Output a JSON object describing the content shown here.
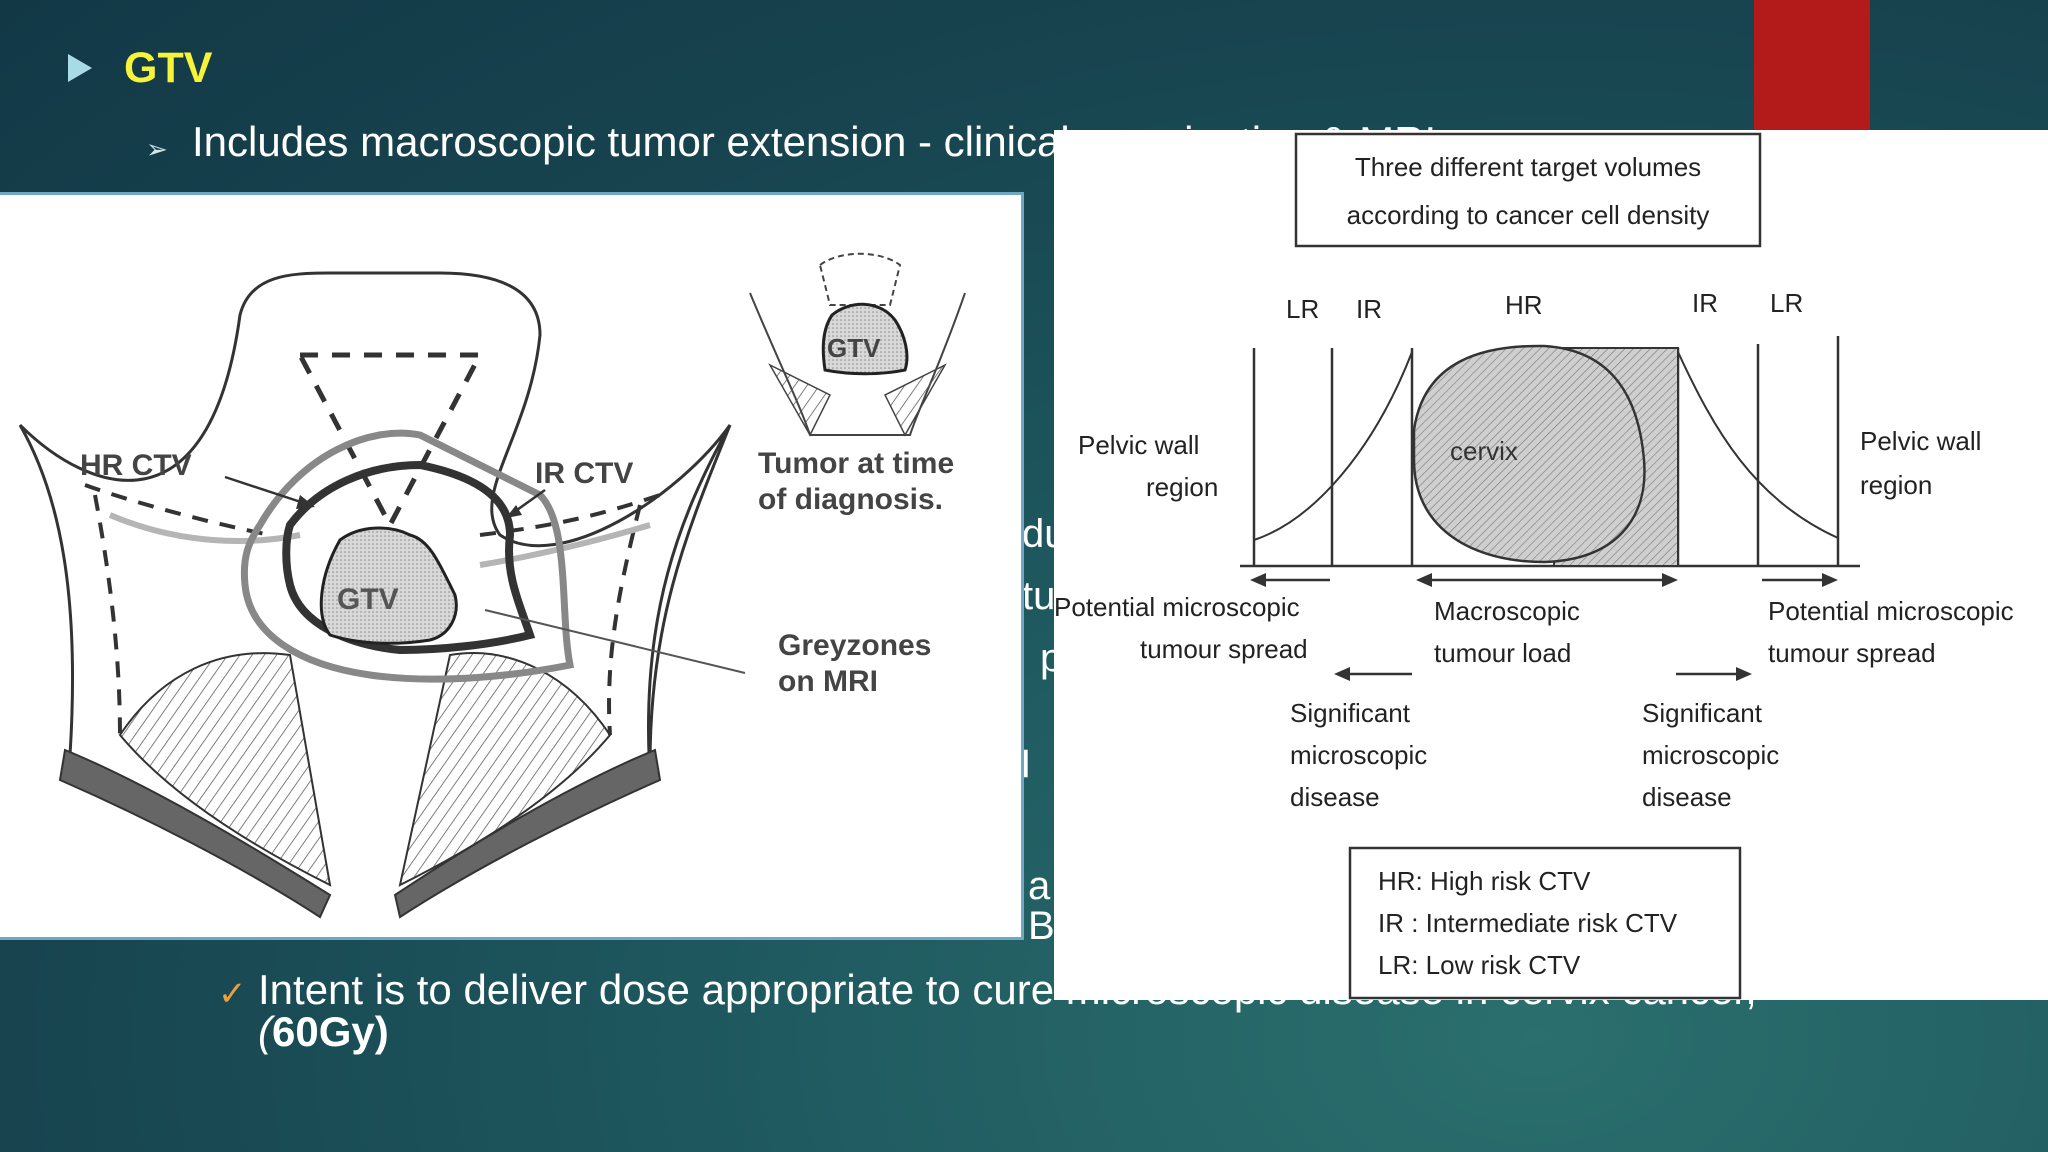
{
  "slide": {
    "title": "GTV",
    "line1": "Includes macroscopic tumor extension - clinical examination & MRI",
    "hidden_fragments": [
      "du",
      "tu",
      "p",
      "H",
      "a",
      "B"
    ],
    "intent_line": "Intent is to deliver dose appropriate to cure microscopic disease in cervix cancer,",
    "dose_prefix": "(",
    "dose_value": "60Gy)"
  },
  "left_diagram": {
    "labels": {
      "hr_ctv": "HR CTV",
      "ir_ctv": "IR CTV",
      "gtv_main": "GTV",
      "gtv_small": "GTV",
      "tumor_time_1": "Tumor at time",
      "tumor_time_2": "of diagnosis.",
      "greyzones_1": "Greyzones",
      "greyzones_2": "on MRI"
    }
  },
  "right_diagram": {
    "title_1": "Three different target volumes",
    "title_2": "according to cancer cell density",
    "zones": [
      "LR",
      "IR",
      "HR",
      "IR",
      "LR"
    ],
    "cervix": "cervix",
    "pelvic_left_1": "Pelvic wall",
    "pelvic_left_2": "region",
    "pelvic_right_1": "Pelvic wall",
    "pelvic_right_2": "region",
    "potential_left_1": "Potential microscopic",
    "potential_left_2": "tumour spread",
    "macro_1": "Macroscopic",
    "macro_2": "tumour load",
    "potential_right_1": "Potential microscopic",
    "potential_right_2": "tumour spread",
    "sig_left": [
      "Significant",
      "microscopic",
      "disease"
    ],
    "sig_right": [
      "Significant",
      "microscopic",
      "disease"
    ],
    "legend": [
      "HR: High risk CTV",
      "IR : Intermediate risk CTV",
      "LR: Low risk CTV"
    ]
  },
  "colors": {
    "title_yellow": "#f7f33a",
    "accent_red": "#b31b1b",
    "check_orange": "#e8a040"
  }
}
